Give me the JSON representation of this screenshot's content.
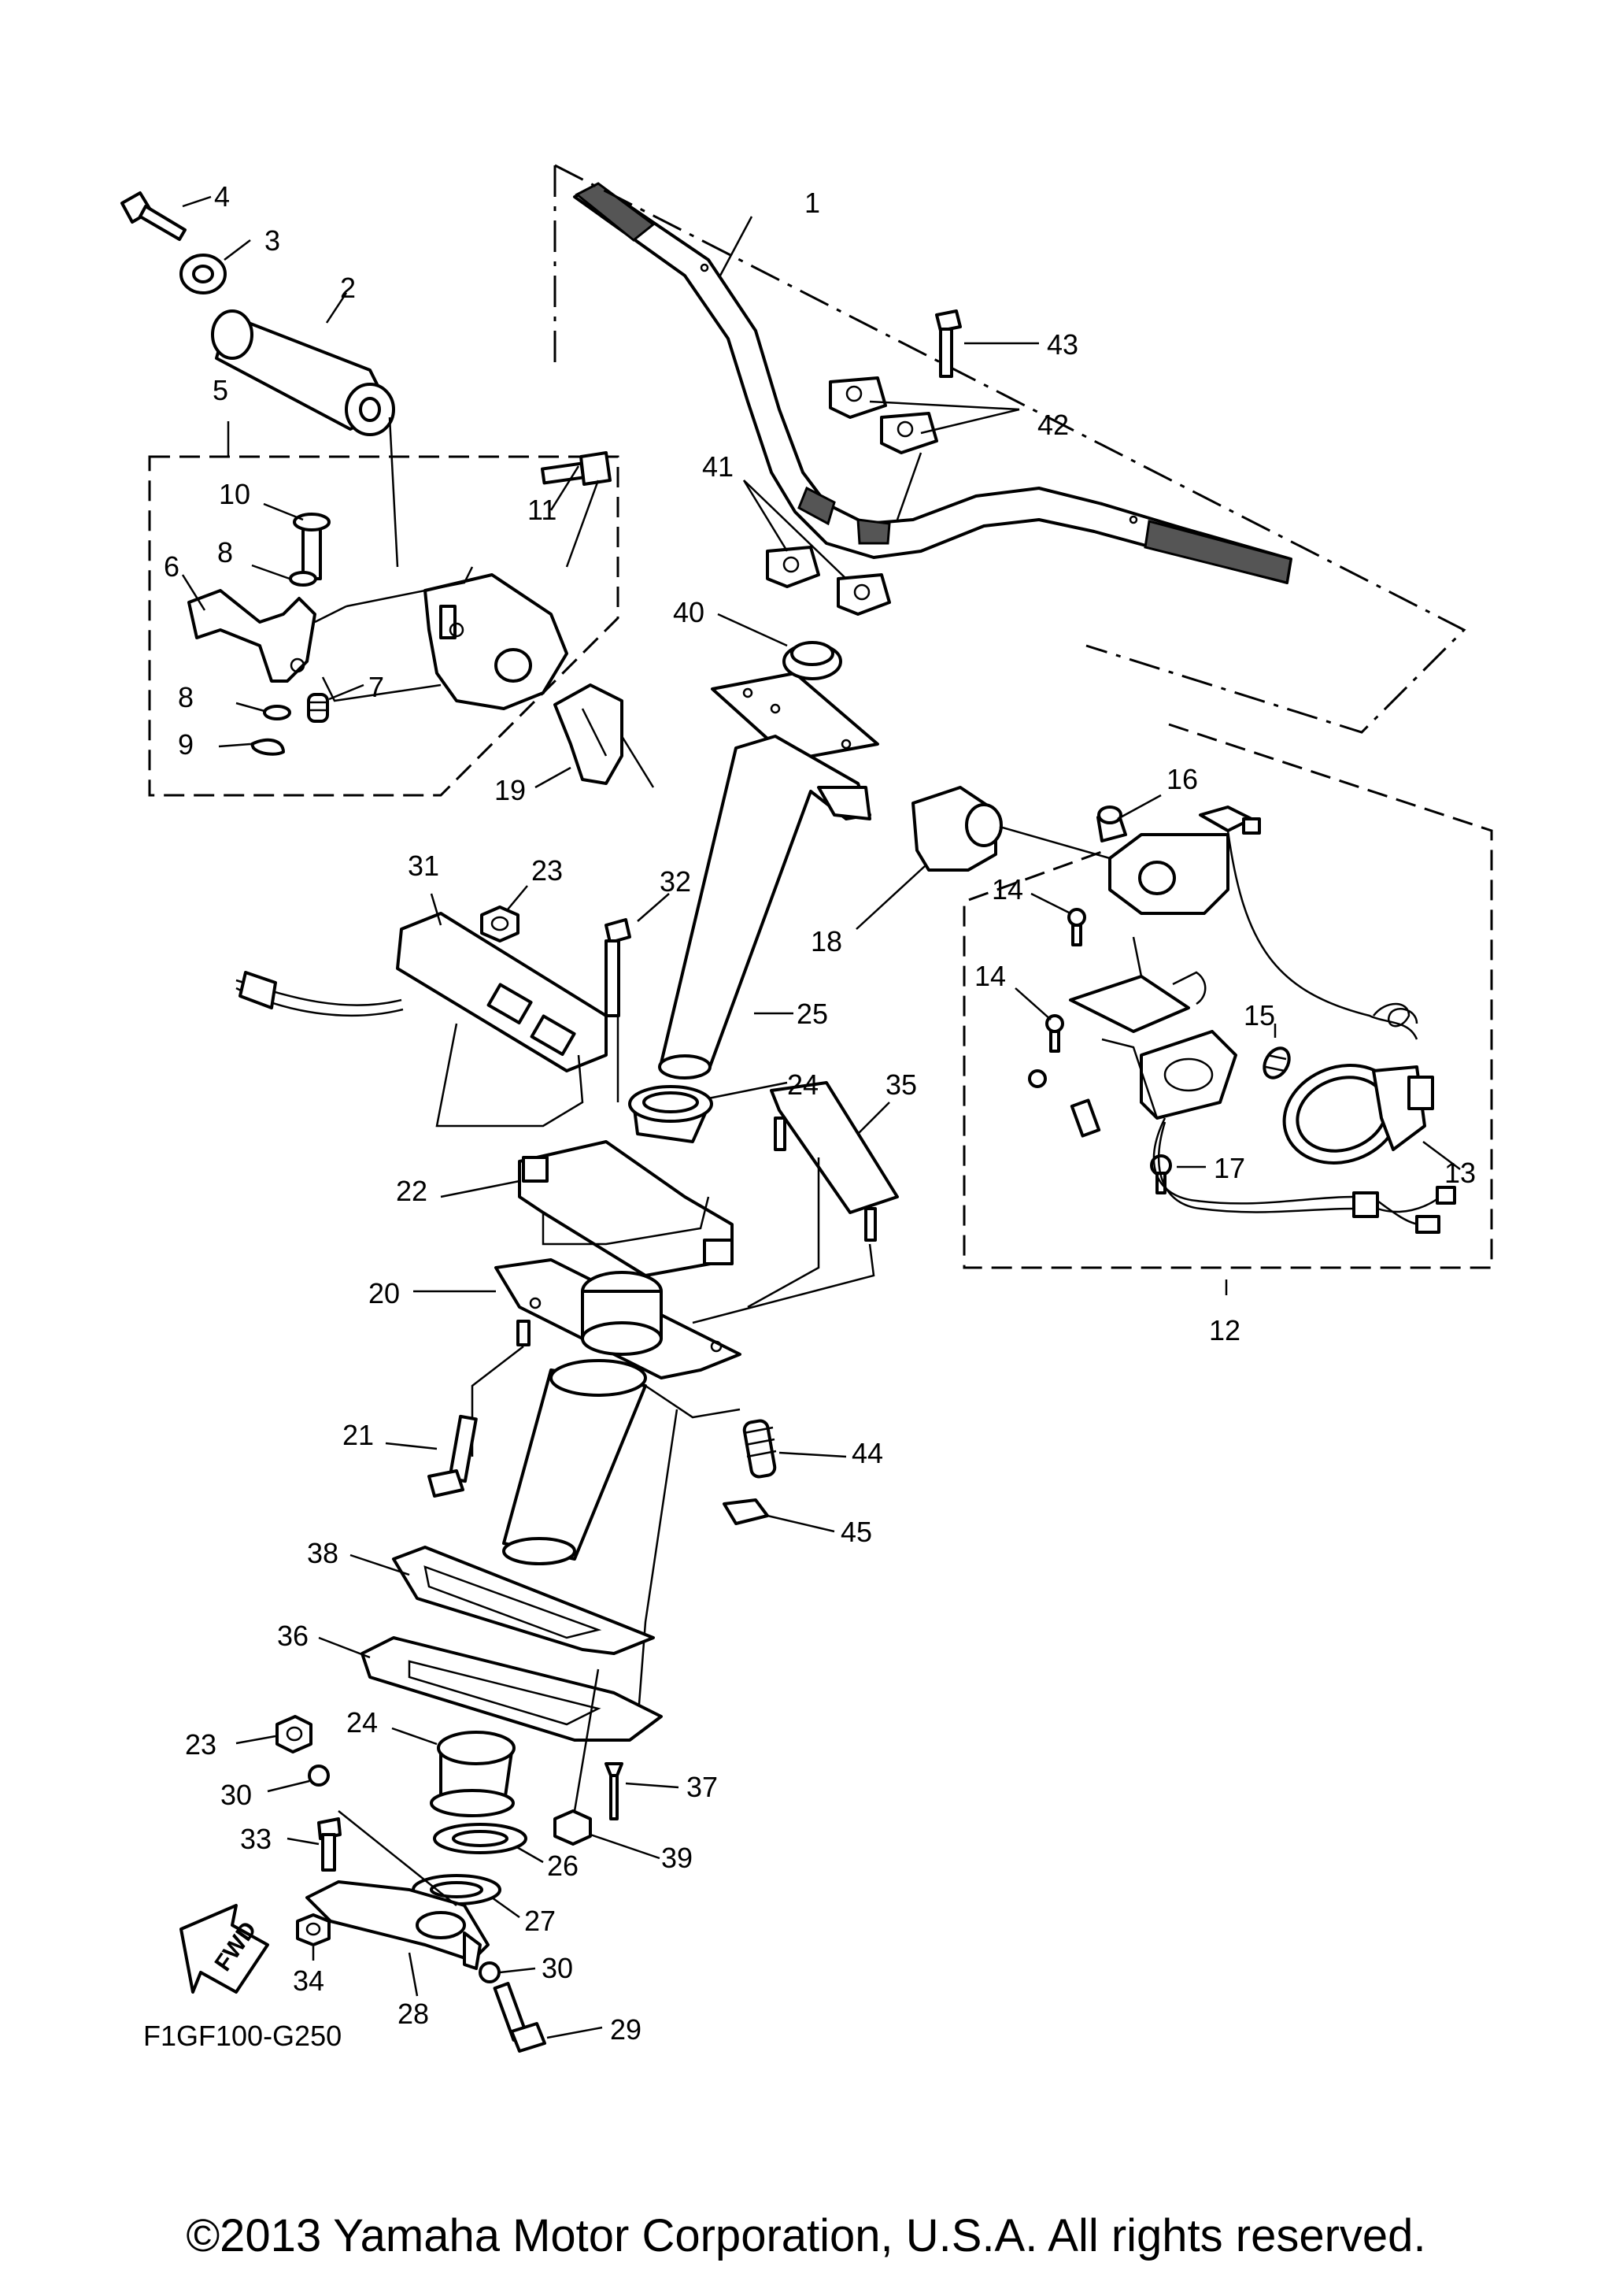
{
  "diagram": {
    "code": "F1GF100-G250",
    "fwd_label": "FWD",
    "copyright": "©2013 Yamaha Motor Corporation, U.S.A. All rights reserved.",
    "labels": {
      "n1": "1",
      "n2": "2",
      "n3": "3",
      "n4": "4",
      "n5": "5",
      "n6": "6",
      "n7": "7",
      "n8a": "8",
      "n8b": "8",
      "n9": "9",
      "n10": "10",
      "n11": "11",
      "n12": "12",
      "n13": "13",
      "n14a": "14",
      "n14b": "14",
      "n15": "15",
      "n16": "16",
      "n17": "17",
      "n18": "18",
      "n19": "19",
      "n20": "20",
      "n21": "21",
      "n22": "22",
      "n23a": "23",
      "n23b": "23",
      "n24a": "24",
      "n24b": "24",
      "n25": "25",
      "n26": "26",
      "n27": "27",
      "n28": "28",
      "n29": "29",
      "n30a": "30",
      "n30b": "30",
      "n31": "31",
      "n32": "32",
      "n33": "33",
      "n34": "34",
      "n35": "35",
      "n36": "36",
      "n37": "37",
      "n38": "38",
      "n39": "39",
      "n40": "40",
      "n41": "41",
      "n42": "42",
      "n43": "43",
      "n44": "44",
      "n45": "45"
    }
  }
}
